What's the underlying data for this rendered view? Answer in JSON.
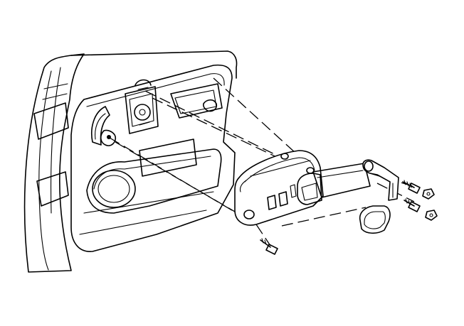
{
  "diagram": {
    "style": "exploded line drawing",
    "colors": {
      "ink": "#000000",
      "background": "#ffffff"
    },
    "parts": [
      "door-frame",
      "door-inner-panel",
      "door-latch-mechanism",
      "window-regulator-handle-bracket",
      "speaker-opening",
      "trim-bezel",
      "pull-cup-housing",
      "switch-cutouts",
      "pull-handle-insert",
      "mounting-screws",
      "push-nuts"
    ]
  }
}
